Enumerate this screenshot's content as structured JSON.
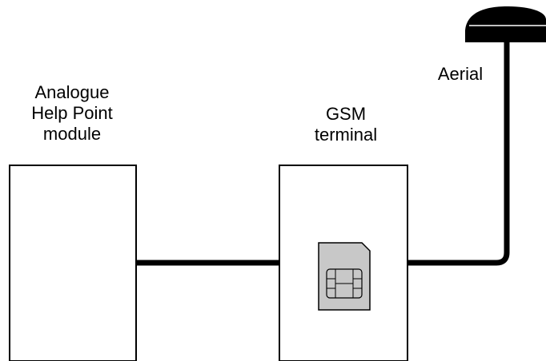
{
  "diagram": {
    "module_label": [
      "Analogue",
      "Help Point",
      "module"
    ],
    "gsm_label": [
      "GSM",
      "terminal"
    ],
    "aerial_label": "Aerial"
  },
  "colors": {
    "stroke": "#000000",
    "sim_fill": "#c8c8c8",
    "background": "#ffffff"
  }
}
